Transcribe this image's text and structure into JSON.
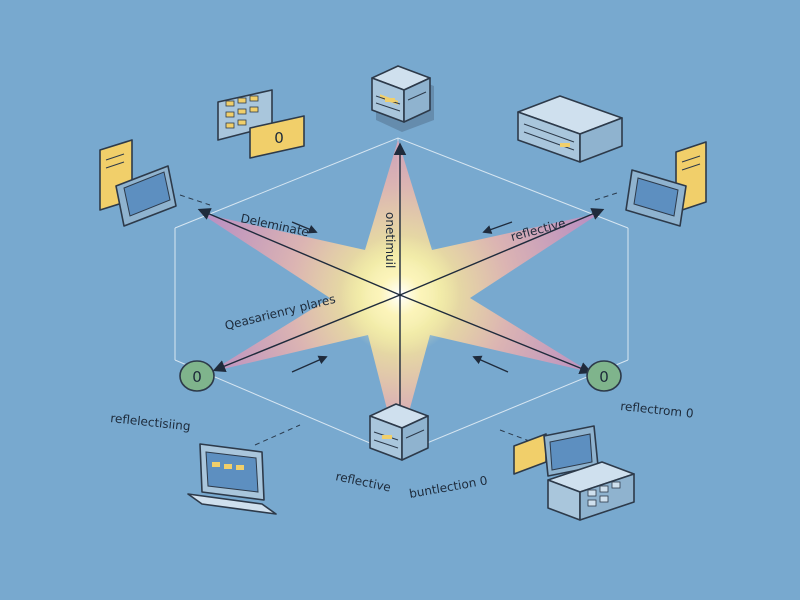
{
  "labels": {
    "upper_left": "Deleminate",
    "upper_center": "onetimuil",
    "upper_right": "reflective",
    "mid_left": "Qeasarienry plares",
    "lower_left": "reflelectisiing",
    "lower_right": "reflectrom 0",
    "bottom_left": "reflective",
    "bottom_right": "buntlection 0"
  },
  "node_badges": {
    "left": "0",
    "right": "0",
    "panel_top_left": "0"
  },
  "icons": [
    "server-box-icon",
    "panel-board-icon",
    "rack-unit-icon",
    "monitor-doc-icon",
    "laptop-icon",
    "display-console-icon"
  ],
  "colors": {
    "background": "#78a9cf",
    "star_magenta": "#d889b8",
    "star_yellow": "#f2e7a0",
    "core_glow": "#ffffff",
    "node_green": "#7fb48c",
    "accent_yellow": "#f1cf6a",
    "device_blue": "#a8c8e0"
  }
}
